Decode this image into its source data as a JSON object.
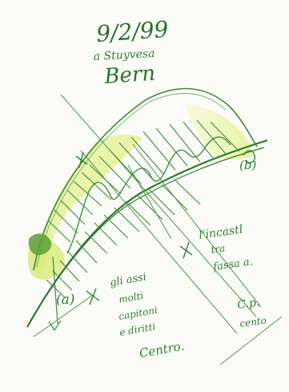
{
  "sketch": {
    "date": "9/2/99",
    "subtitle": "a Stuyvesa",
    "place": "Bern",
    "label_b": "(b)",
    "label_a": "(a)",
    "note_right": [
      "l'incastl",
      "tra",
      "fassa a."
    ],
    "note_center": [
      "gli assi",
      "molti",
      "capitoni",
      "e diritti",
      "Centro."
    ],
    "note_bottom": [
      "C.p.",
      "cento"
    ]
  },
  "colors": {
    "ink": "#2f7d33",
    "wash": "#e9f3a8",
    "wash_deep": "#d8ea7b"
  }
}
